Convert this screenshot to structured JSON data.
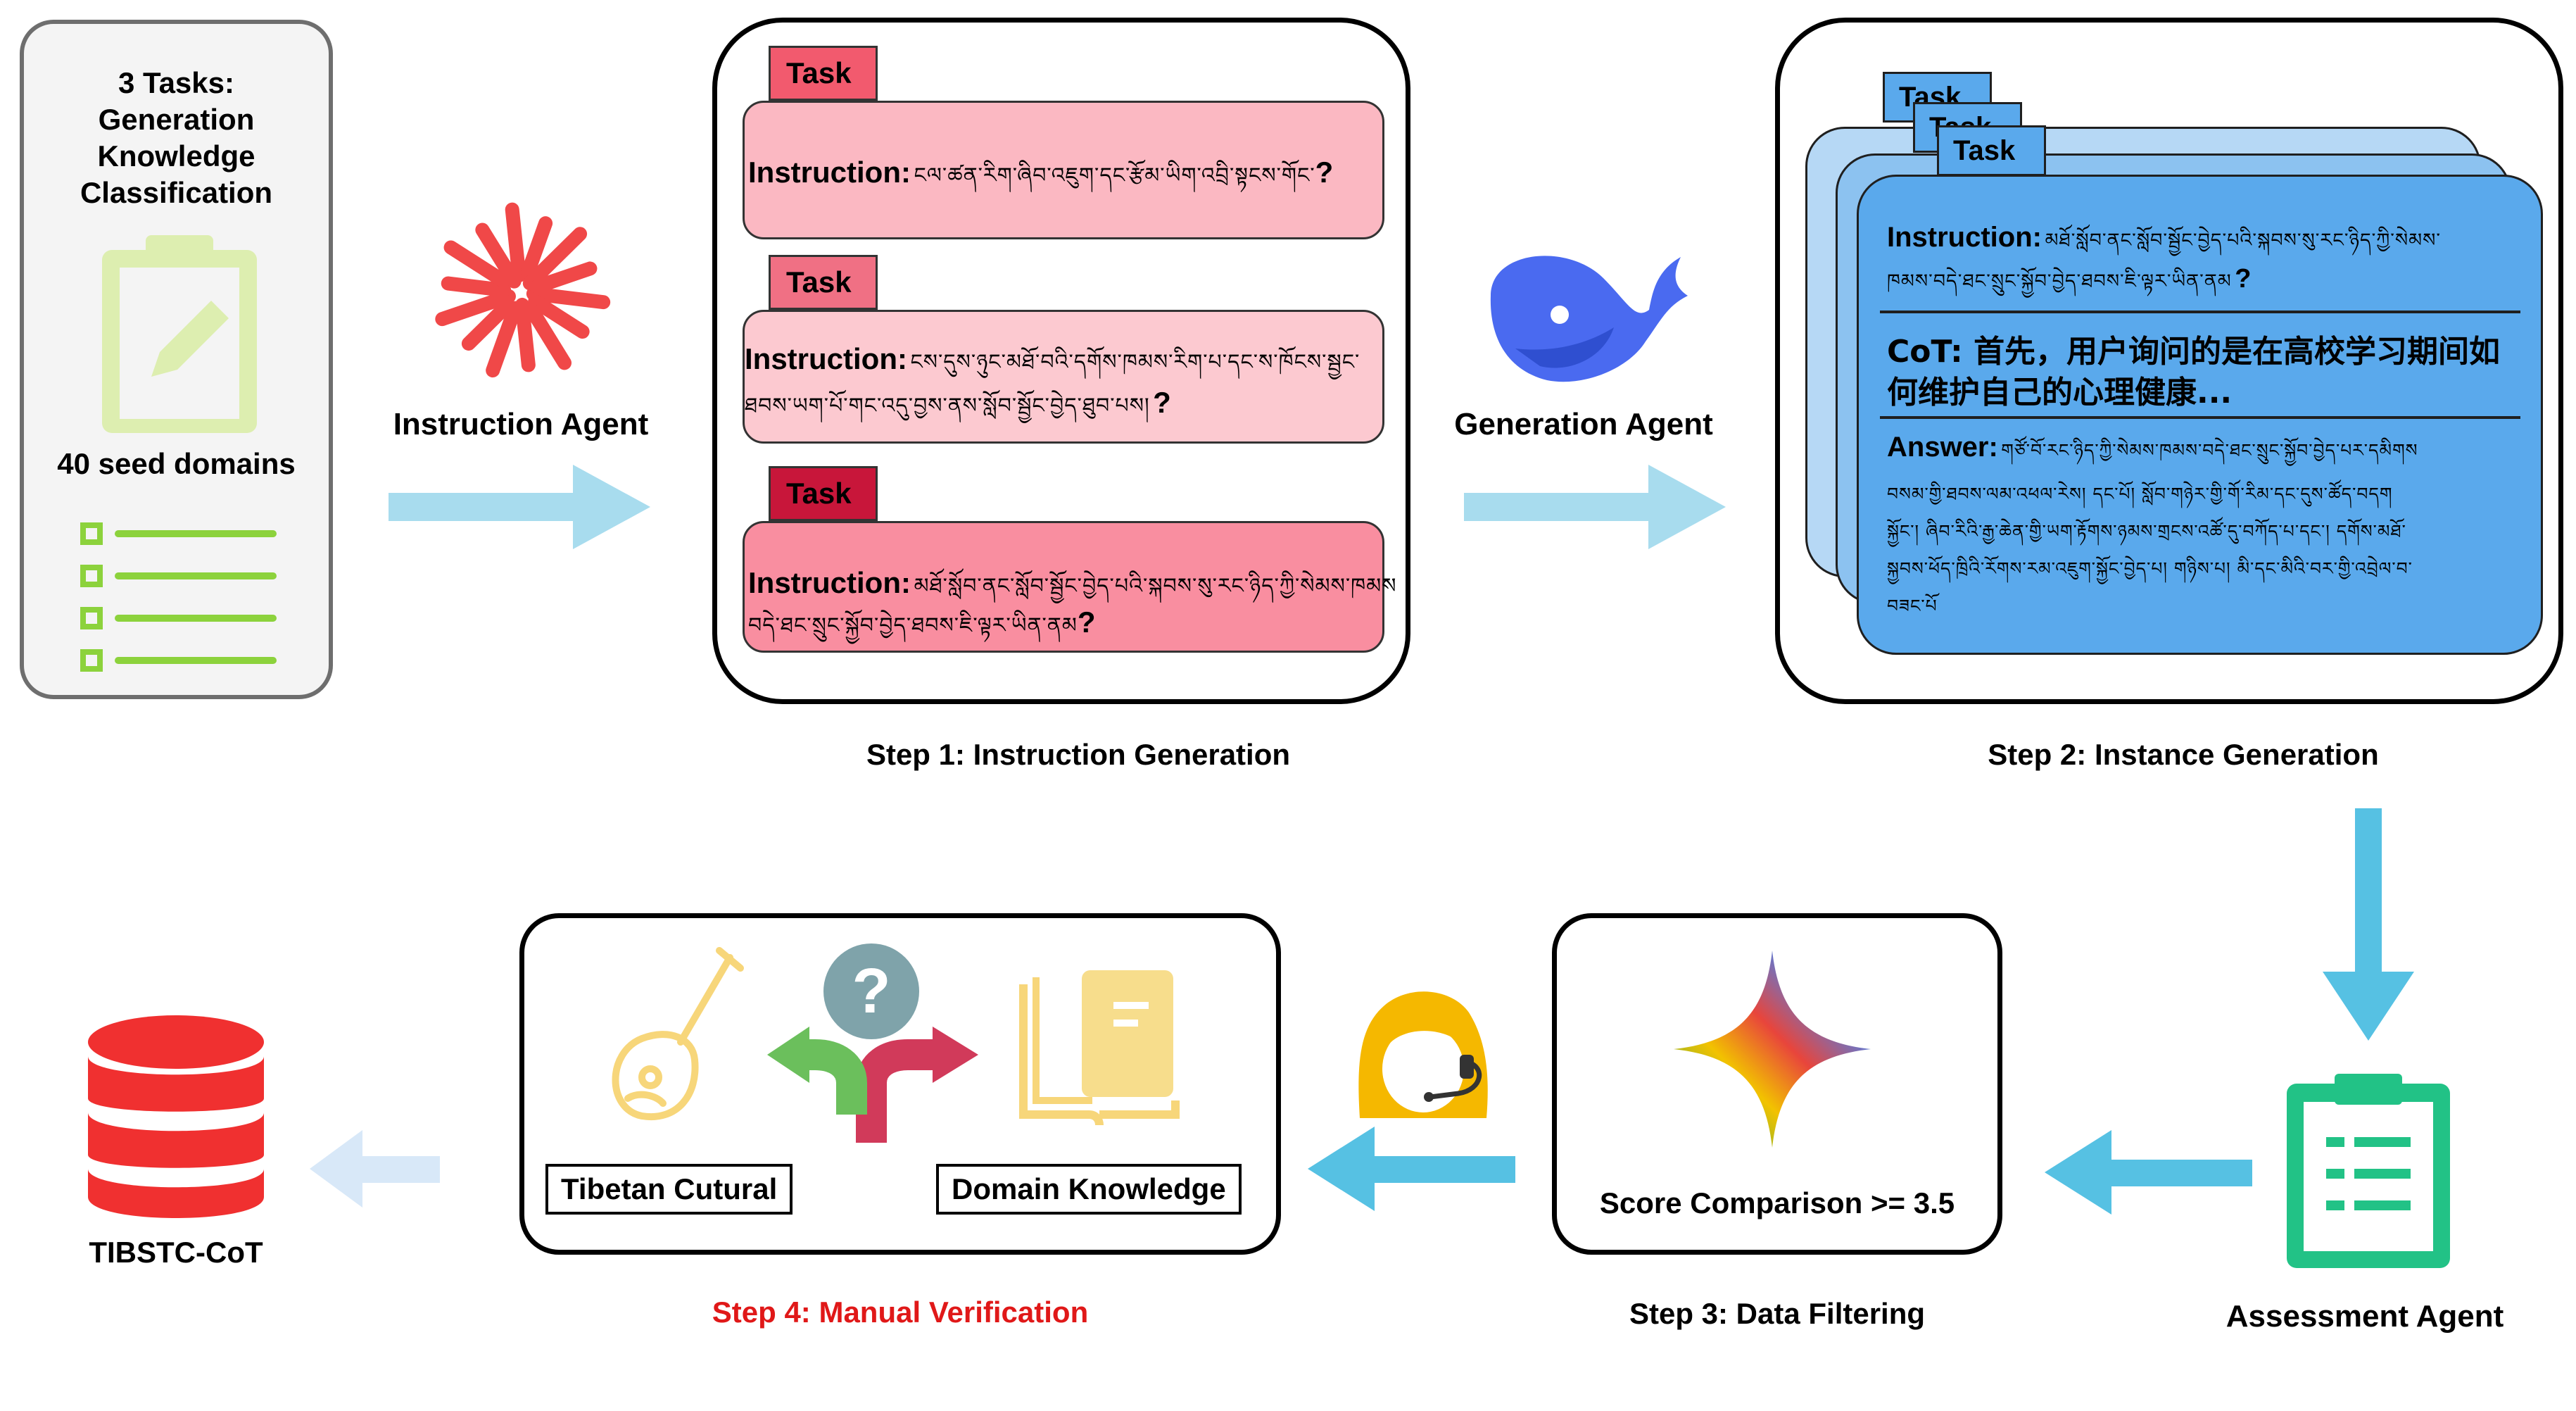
{
  "seed": {
    "title_lines": [
      "3 Tasks:",
      "Generation",
      "Knowledge",
      "Classification"
    ],
    "domains": "40 seed domains"
  },
  "agents": {
    "instruction": "Instruction Agent",
    "generation": "Generation Agent",
    "assessment": "Assessment Agent"
  },
  "step1": {
    "label": "Step 1: Instruction Generation",
    "items": [
      {
        "task": "Task",
        "instruction_label": "Instruction:",
        "text": "ངལ་ཚན་རིག་ཞིབ་འཇུག་དང་རྩོམ་ཡིག་འབྲི་སྟངས་གོང་",
        "q": "?",
        "tab_color": "#f25a6e",
        "box_color": "#fbb8c2"
      },
      {
        "task": "Task",
        "instruction_label": "Instruction:",
        "text": "ངས་དུས་ཉུང་མཐོ་བའི་དགོས་ཁམས་རིག་པ་དང་ས་ཁོངས་སྦྱང་",
        "text2": "ཐབས་ཡག་པོ་གང་འདུ་བྱས་ནས་སློབ་སྦྱོང་བྱེད་ཐུབ་པས།",
        "q": "?",
        "tab_color": "#f07084",
        "box_color": "#fcc9d0"
      },
      {
        "task": "Task",
        "instruction_label": "Instruction:",
        "text": "མཐོ་སློབ་ནང་སློབ་སྦྱོང་བྱེད་པའི་སྐབས་སུ་རང་ཉིད་ཀྱི་སེམས་ཁམས",
        "text2": "བདེ་ཐང་སྲུང་སྐྱོབ་བྱེད་ཐབས་ཇི་ལྟར་ཡིན་ནམ",
        "q": "?",
        "tab_color": "#c8163a",
        "box_color": "#f98ea0"
      }
    ]
  },
  "step2": {
    "label": "Step 2: Instance Generation",
    "tab": "Task",
    "instruction_label": "Instruction:",
    "instruction_text": "མཐོ་སློབ་ནང་སློབ་སྦྱོང་བྱེད་པའི་སྐབས་སུ་རང་ཉིད་ཀྱི་སེམས་",
    "instruction_text2": "ཁམས་བདེ་ཐང་སྲུང་སྐྱོབ་བྱེད་ཐབས་ཇི་ལྟར་ཡིན་ནམ",
    "q": "?",
    "cot_label": "CoT:",
    "cot_text": "首先，用户询问的是在高校学习期间如",
    "cot_text2": "何维护自己的心理健康...",
    "answer_label": "Answer:",
    "answer_lines": [
      "གཙོ་བོ་རང་ཉིད་ཀྱི་སེམས་ཁམས་བདེ་ཐང་སྲུང་སྐྱོབ་བྱེད་པར་དམིགས",
      "བསམ་གྱི་ཐབས་ལམ་འཕལ་རེས། དང་པོ། སློབ་གཉེར་གྱི་གོ་རིམ་དང་དུས་ཚོད་བདག",
      "སྐྱོང་། ཞིབ་རིའི་རྒྱ་ཆེན་གྱི་ཡག་རྟོགས་ཉམས་གྲངས་འཚོ་དུ་བཀོད་པ་དང་། དགོས་མཐོ་",
      "སྐྱབས་ཕོད་ཁྲིའི་རོགས་རམ་འཇུག་སྐྱོང་བྱེད་པ། གཉིས་པ། མི་དང་མིའི་བར་གྱི་འབྲེལ་བ་",
      "བཟང་པོ"
    ]
  },
  "step3": {
    "label": "Step 3: Data Filtering",
    "score": "Score Comparison >= 3.5"
  },
  "step4": {
    "label": "Step 4: Manual Verification",
    "label_color": "#e01818",
    "box1": "Tibetan Cutural",
    "box2": "Domain Knowledge"
  },
  "output": "TIBSTC-CoT",
  "colors": {
    "arrow": "#56c1e3",
    "arrow_light": "#a8dcee",
    "arrow_faint": "#d8e8f8",
    "database": "#f03030",
    "assessment": "#22c286",
    "seed_green": "#8cd23c"
  }
}
